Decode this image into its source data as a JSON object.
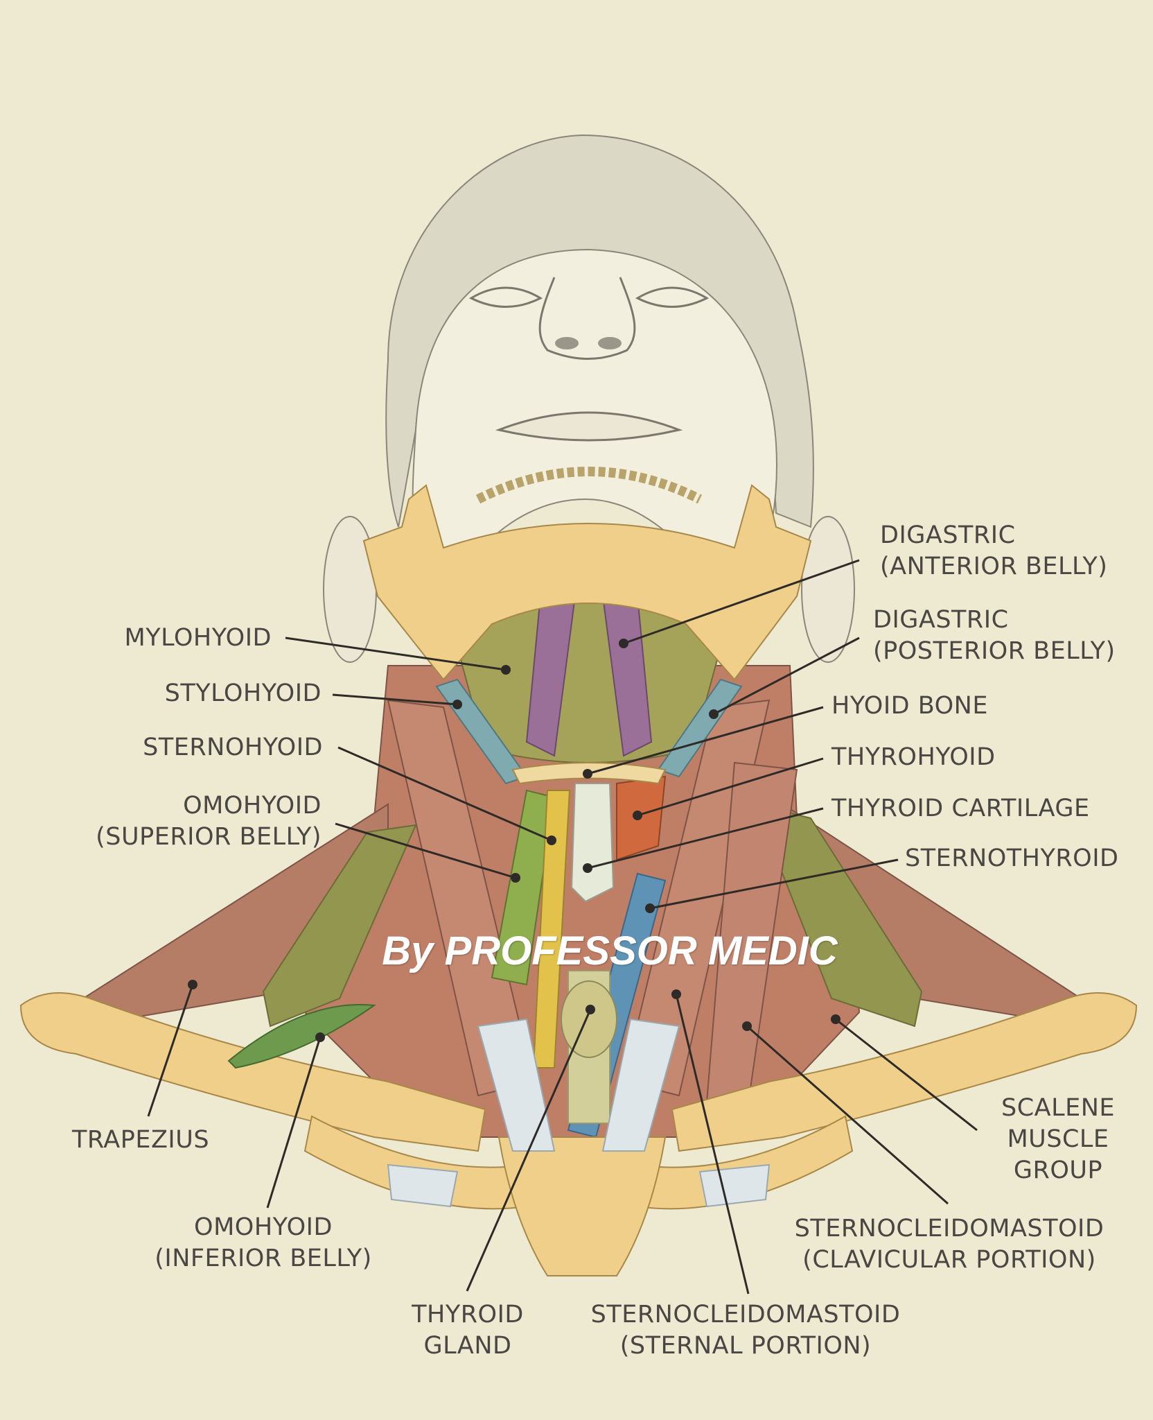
{
  "colors": {
    "background": "#eeead2",
    "bone": "#efcf8a",
    "muscle_red": "#c8826a",
    "muscle_purple": "#9a6f98",
    "muscle_green": "#8fa04f",
    "muscle_blue": "#5f93b5",
    "tendon": "#dfe6ea",
    "label_text": "#4a4643",
    "leader_line": "#2d2a27"
  },
  "labels": {
    "digastric_anterior": "DIGASTRIC\n(ANTERIOR BELLY)",
    "digastric_posterior": "DIGASTRIC\n(POSTERIOR BELLY)",
    "mylohyoid": "MYLOHYOID",
    "stylohyoid": "STYLOHYOID",
    "hyoid_bone": "HYOID BONE",
    "sternohyoid": "STERNOHYOID",
    "thyrohyoid": "THYROHYOID",
    "omohyoid_superior": "OMOHYOID\n(SUPERIOR BELLY)",
    "thyroid_cartilage": "THYROID CARTILAGE",
    "sternothyroid": "STERNOTHYROID",
    "trapezius": "TRAPEZIUS",
    "scalene": "SCALENE\nMUSCLE\nGROUP",
    "omohyoid_inferior": "OMOHYOID\n(INFERIOR BELLY)",
    "scm_clavicular": "STERNOCLEIDOMASTOID\n(CLAVICULAR PORTION)",
    "thyroid_gland": "THYROID\nGLAND",
    "scm_sternal": "STERNOCLEIDOMASTOID\n(STERNAL PORTION)"
  },
  "watermark": "By PROFESSOR MEDIC"
}
